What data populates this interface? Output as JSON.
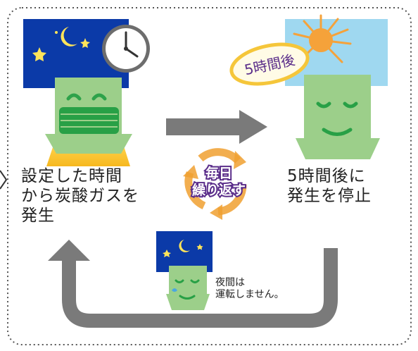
{
  "labels": {
    "night_device_text": "設定した時間\nから炭酸ガスを\n発生",
    "after_text": "5時間後に\n発生を停止",
    "oval_badge": "5時間後",
    "cycle_line1": "毎日",
    "cycle_line2": "繰り返す",
    "small_note": "夜間は\n運転しません。"
  },
  "icons": [
    "night-sky-icon",
    "moon-icon",
    "star-icon",
    "clock-icon",
    "sun-icon",
    "device-icon",
    "arrow-right-icon",
    "loop-arrow-icon",
    "cycle-arrows-icon"
  ],
  "colors": {
    "night_blue": "#0b3aa8",
    "day_sky": "#9fd8f0",
    "sun": "#f5a23a",
    "device_green": "#9ccf8a",
    "device_dark": "#28a046",
    "co2_gas": "#ffd24a",
    "arrow_gray": "#7a7a7a",
    "badge_gold": "#f5c63a",
    "cycle_orange": "#f0a030",
    "text_purple": "#5a2d8a"
  }
}
